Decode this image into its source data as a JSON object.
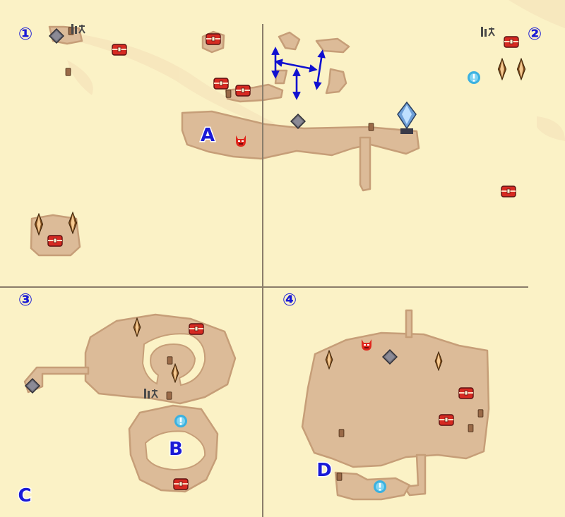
{
  "quadrants": [
    "①",
    "②",
    "③",
    "④"
  ],
  "area_labels": [
    "A",
    "B",
    "C",
    "D"
  ],
  "icons": {
    "chest": "treasure-chest-icon",
    "crystal": "ore-crystal-icon",
    "waypoint": "waypoint-diamond-icon",
    "gate": "gate-icon",
    "boss": "boss-demon-icon",
    "quest": "quest-exclamation-icon",
    "stake": "stake-marker-icon",
    "save": "save-crystal-icon",
    "arrow": "route-arrow-icon"
  },
  "colors": {
    "background": "#fbf2c6",
    "path": "#dcbb98",
    "path_edge": "#c69e78",
    "grid_line": "#8a7d6a",
    "label": "#1a1ad6",
    "chest": "#d62a22",
    "boss": "#e0251c",
    "quest": "#3bb1e0",
    "route_arrow": "#1010d0"
  }
}
